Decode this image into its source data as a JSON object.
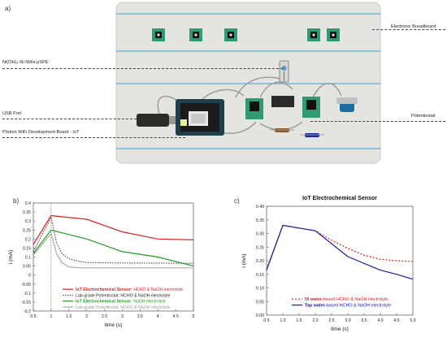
{
  "panels": {
    "a": "a)",
    "b": "b)",
    "c": "c)"
  },
  "annotations": {
    "breadboard": "Electronic Breadboard",
    "electrode": "Ni(OH)₂-Ni NWs-pSPE",
    "usb": "USB Port",
    "photon": "Photon WiFi Development Board - IoT",
    "potentiostat": "Potentiostat"
  },
  "colors": {
    "board": "#e4e4e0",
    "rail": "#5aaed0",
    "pcb": "#2f9a74",
    "red": "#e02020",
    "green": "#229922",
    "black": "#222222",
    "grey": "#aaaaaa",
    "navy": "#1a1aa0"
  },
  "chart_data": [
    {
      "type": "line",
      "ylabel": "i (mA)",
      "xlabel": "time (s)",
      "xlim": [
        0.5,
        5
      ],
      "ylim": [
        -0.2,
        0.4
      ],
      "xticks": [
        "0.5",
        "1",
        "1.5",
        "2",
        "2.5",
        "3",
        "3.5",
        "4",
        "4.5",
        "5"
      ],
      "yticks": [
        "-0.2",
        "-0.15",
        "-0.1",
        "-0.05",
        "0",
        "0.05",
        "0.1",
        "0.15",
        "0.2",
        "0.25",
        "0.3",
        "0.35",
        "0.4"
      ],
      "series": [
        {
          "color": "#e02020",
          "dash": "",
          "x": [
            0.5,
            1.0,
            2.0,
            3.0,
            4.0,
            5.0
          ],
          "y": [
            0.17,
            0.33,
            0.31,
            0.24,
            0.2,
            0.195
          ]
        },
        {
          "color": "#555555",
          "dash": "1.5,1.5",
          "x": [
            0.5,
            1.0,
            1.15,
            1.3,
            1.5,
            1.8,
            2.0,
            2.5,
            3.0,
            4.0,
            5.0
          ],
          "y": [
            0.13,
            0.32,
            0.18,
            0.12,
            0.09,
            0.075,
            0.07,
            0.068,
            0.067,
            0.066,
            0.065
          ]
        },
        {
          "color": "#229922",
          "dash": "",
          "x": [
            0.5,
            1.0,
            2.0,
            3.0,
            4.0,
            5.0
          ],
          "y": [
            0.12,
            0.25,
            0.2,
            0.13,
            0.1,
            0.05
          ]
        },
        {
          "color": "#aaaaaa",
          "dash": "",
          "x": [
            0.5,
            1.0,
            1.15,
            1.3,
            1.5,
            1.8,
            2.0,
            3.0,
            4.0,
            5.0
          ],
          "y": [
            0.11,
            0.23,
            0.12,
            0.07,
            0.045,
            0.04,
            0.04,
            0.04,
            0.04,
            0.04
          ]
        }
      ],
      "legend": {
        "placement": "bottom-left",
        "entries": [
          {
            "bold": "IoT Electrochemical Sensor:",
            "rest": " HCHO & NaOH electrolyte",
            "color": "#e02020",
            "textcolor": "#e02020",
            "dash": ""
          },
          {
            "bold": "",
            "rest": "Lab-grade Potentiostat: HCHO & NaOH electrolyte",
            "color": "#555555",
            "textcolor": "#222222",
            "dash": "1.5,1.5"
          },
          {
            "bold": "IoT Electrochemical Sensor:",
            "rest": " NaOH electrolyte",
            "color": "#229922",
            "textcolor": "#229922",
            "dash": ""
          },
          {
            "bold": "",
            "rest": "Lab-grade Potentiostat: HCHO & NaOH electrolyte",
            "color": "#aaaaaa",
            "textcolor": "#999999",
            "dash": ""
          }
        ]
      }
    },
    {
      "type": "line",
      "title": "IoT Electrochemical Sensor",
      "ylabel": "i (mA)",
      "xlabel": "time (s)",
      "xlim": [
        0.5,
        5
      ],
      "ylim": [
        0,
        0.4
      ],
      "xticks": [
        "0.5",
        "1.0",
        "1.5",
        "2.0",
        "2.5",
        "3.0",
        "3.5",
        "4.0",
        "4.5",
        "5.0"
      ],
      "yticks": [
        "0.00",
        "0.05",
        "0.10",
        "0.15",
        "0.20",
        "0.25",
        "0.30",
        "0.35",
        "0.40"
      ],
      "series": [
        {
          "color": "#e02020",
          "dash": "2,2",
          "x": [
            0.5,
            1.0,
            2.0,
            2.5,
            3.0,
            3.5,
            4.0,
            4.5,
            5.0
          ],
          "y": [
            0.17,
            0.33,
            0.31,
            0.275,
            0.245,
            0.22,
            0.205,
            0.2,
            0.197
          ]
        },
        {
          "color": "#1a1aa0",
          "dash": "",
          "x": [
            0.5,
            1.0,
            2.0,
            3.0,
            4.0,
            4.5,
            5.0
          ],
          "y": [
            0.165,
            0.33,
            0.31,
            0.215,
            0.165,
            0.15,
            0.132
          ]
        }
      ],
      "legend": {
        "placement": "bottom-right",
        "entries": [
          {
            "bold": "DI water-",
            "rest": "based HCHO & NaOH electrolyte",
            "color": "#e02020",
            "textcolor": "#e02020",
            "dash": "2,2"
          },
          {
            "bold": "Tap water-",
            "rest": "based HCHO & NaOH electrolyte",
            "color": "#1a1aa0",
            "textcolor": "#1a1aa0",
            "dash": ""
          }
        ]
      }
    }
  ]
}
